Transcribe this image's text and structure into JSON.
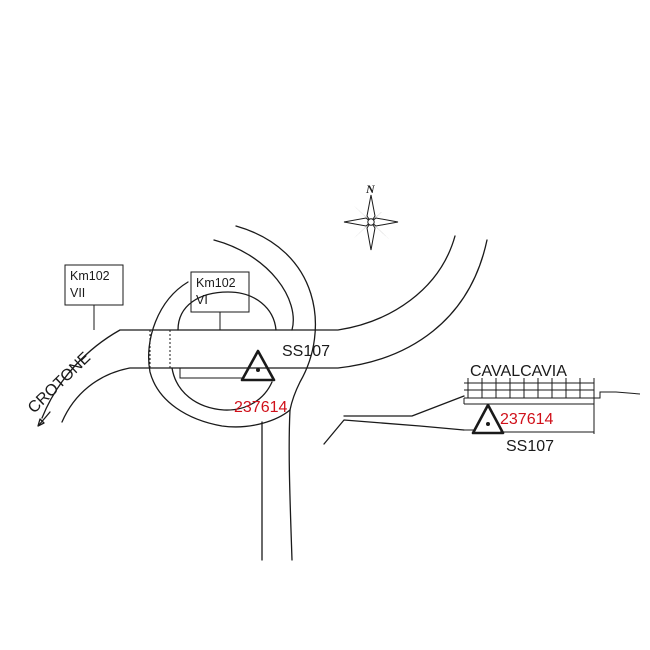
{
  "map": {
    "road_name": "SS107",
    "direction_label": "CROTONE",
    "point_id": "237614",
    "km_markers": [
      {
        "line1": "Km102",
        "line2": "VII"
      },
      {
        "line1": "Km102",
        "line2": "VI"
      }
    ],
    "compass_label": "N"
  },
  "inset": {
    "title": "CAVALCAVIA",
    "point_id": "237614",
    "road_name": "SS107"
  },
  "colors": {
    "ink": "#1a1a1a",
    "point_id": "#d0101a"
  }
}
